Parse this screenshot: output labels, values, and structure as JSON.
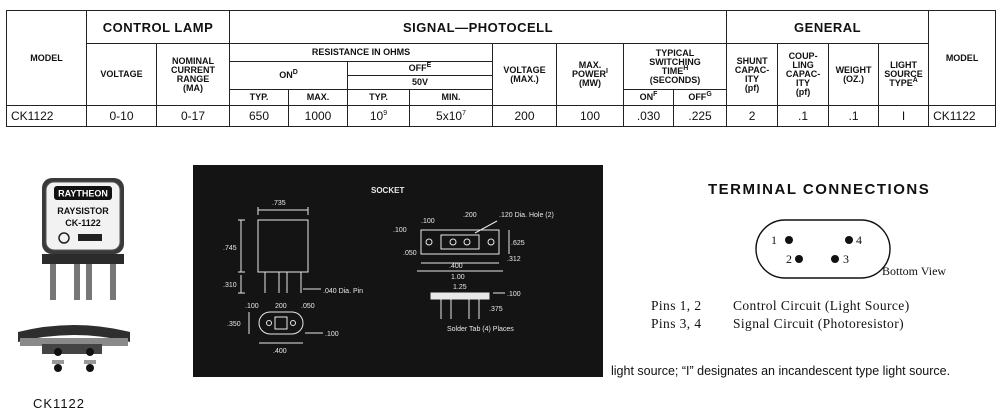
{
  "table": {
    "groups": {
      "control_lamp": "CONTROL LAMP",
      "signal": "SIGNAL—PHOTOCELL",
      "general": "GENERAL"
    },
    "headers": {
      "model": "MODEL",
      "voltage": "VOLTAGE",
      "nominal_current": [
        "NOMINAL",
        "CURRENT",
        "RANGE",
        "(MA)"
      ],
      "resistance": "RESISTANCE IN OHMS",
      "on": "ON",
      "on_sup": "D",
      "off": "OFF",
      "off_sup": "E",
      "off_cond": "50V",
      "typ": "TYP.",
      "max": "MAX.",
      "min": "MIN.",
      "voltage_max": [
        "VOLTAGE",
        "(MAX.)"
      ],
      "max_power": [
        "MAX.",
        "POWER",
        "(MW)"
      ],
      "max_power_sup": "I",
      "switching": [
        "TYPICAL",
        "SWITCHING",
        "TIME",
        "(SECONDS)"
      ],
      "switching_sup": "H",
      "sw_on": "ON",
      "sw_on_sup": "F",
      "sw_off": "OFF",
      "sw_off_sup": "G",
      "shunt": [
        "SHUNT",
        "CAPAC-",
        "ITY",
        "(pf)"
      ],
      "coupling": [
        "COUP-",
        "LING",
        "CAPAC-",
        "ITY",
        "(pf)"
      ],
      "weight": [
        "WEIGHT",
        "(OZ.)"
      ],
      "light_source": [
        "LIGHT",
        "SOURCE",
        "TYPE"
      ],
      "light_source_sup": "A"
    },
    "row": {
      "model": "CK1122",
      "voltage": "0-10",
      "current": "0-17",
      "on_typ": "650",
      "on_max": "1000",
      "off_typ_base": "10",
      "off_typ_exp": "9",
      "off_min_base": "5x10",
      "off_min_exp": "7",
      "voltage_max": "200",
      "max_power": "100",
      "sw_on": ".030",
      "sw_off": ".225",
      "shunt": "2",
      "coupling": ".1",
      "weight": ".1",
      "light_source": "I",
      "model_right": "CK1122"
    }
  },
  "photo": {
    "brand": "RAYTHEON",
    "name": "RAYSISTOR",
    "part": "CK-1122",
    "caption": "CK1122"
  },
  "socket": {
    "title": "SOCKET",
    "d_735": ".735",
    "d_745": ".745",
    "d_310": ".310",
    "d_040": ".040 Dia. Pin",
    "d_100a": ".100",
    "d_200a": "200",
    "d_050a": ".050",
    "d_350": ".350",
    "d_400a": ".400",
    "d_100b": ".100",
    "d_100c": ".100",
    "d_200b": ".200",
    "d_120": ".120 Dia. Hole (2)",
    "d_100d": ".100",
    "d_625": ".625",
    "d_050b": ".050",
    "d_312": ".312",
    "d_400b": ".400",
    "d_100e": "1.00",
    "d_125": "1.25",
    "d_100f": ".100",
    "d_375": ".375",
    "solder": "Solder Tab (4) Places"
  },
  "terminal": {
    "title": "TERMINAL CONNECTIONS",
    "pin1": "1",
    "pin2": "2",
    "pin3": "3",
    "pin4": "4",
    "view": "Bottom View",
    "line1_pins": "Pins 1, 2",
    "line1_desc": "Control Circuit (Light Source)",
    "line2_pins": "Pins 3, 4",
    "line2_desc": "Signal Circuit (Photoresistor)"
  },
  "footnote": "light source; “I” designates an incandescent type light source."
}
